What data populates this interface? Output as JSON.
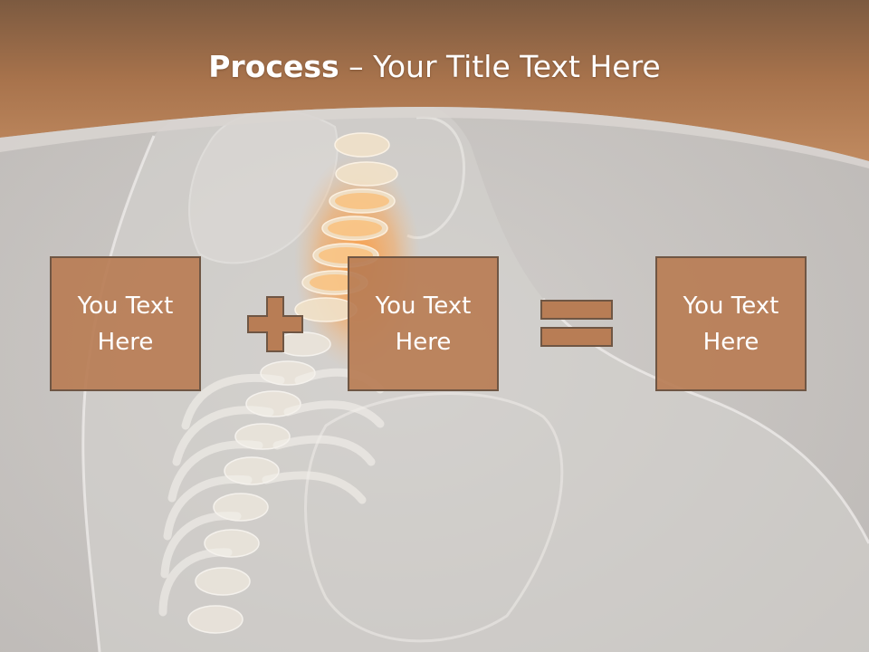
{
  "slide": {
    "title_bold": "Process",
    "title_rest": " – Your Title Text Here",
    "boxes": [
      {
        "text": "You Text\nHere"
      },
      {
        "text": "You Text\nHere"
      },
      {
        "text": "You Text\nHere"
      }
    ]
  },
  "icons": {
    "plus": "plus-icon",
    "equals": "equals-icon",
    "background": "spine-skeleton-illustration"
  },
  "colors": {
    "header_brown": "#b27a52",
    "box_fill": "#b87d55",
    "box_border": "#6f5644",
    "background_gray": "#c9c6c3",
    "spine_highlight": "#f0a050"
  }
}
